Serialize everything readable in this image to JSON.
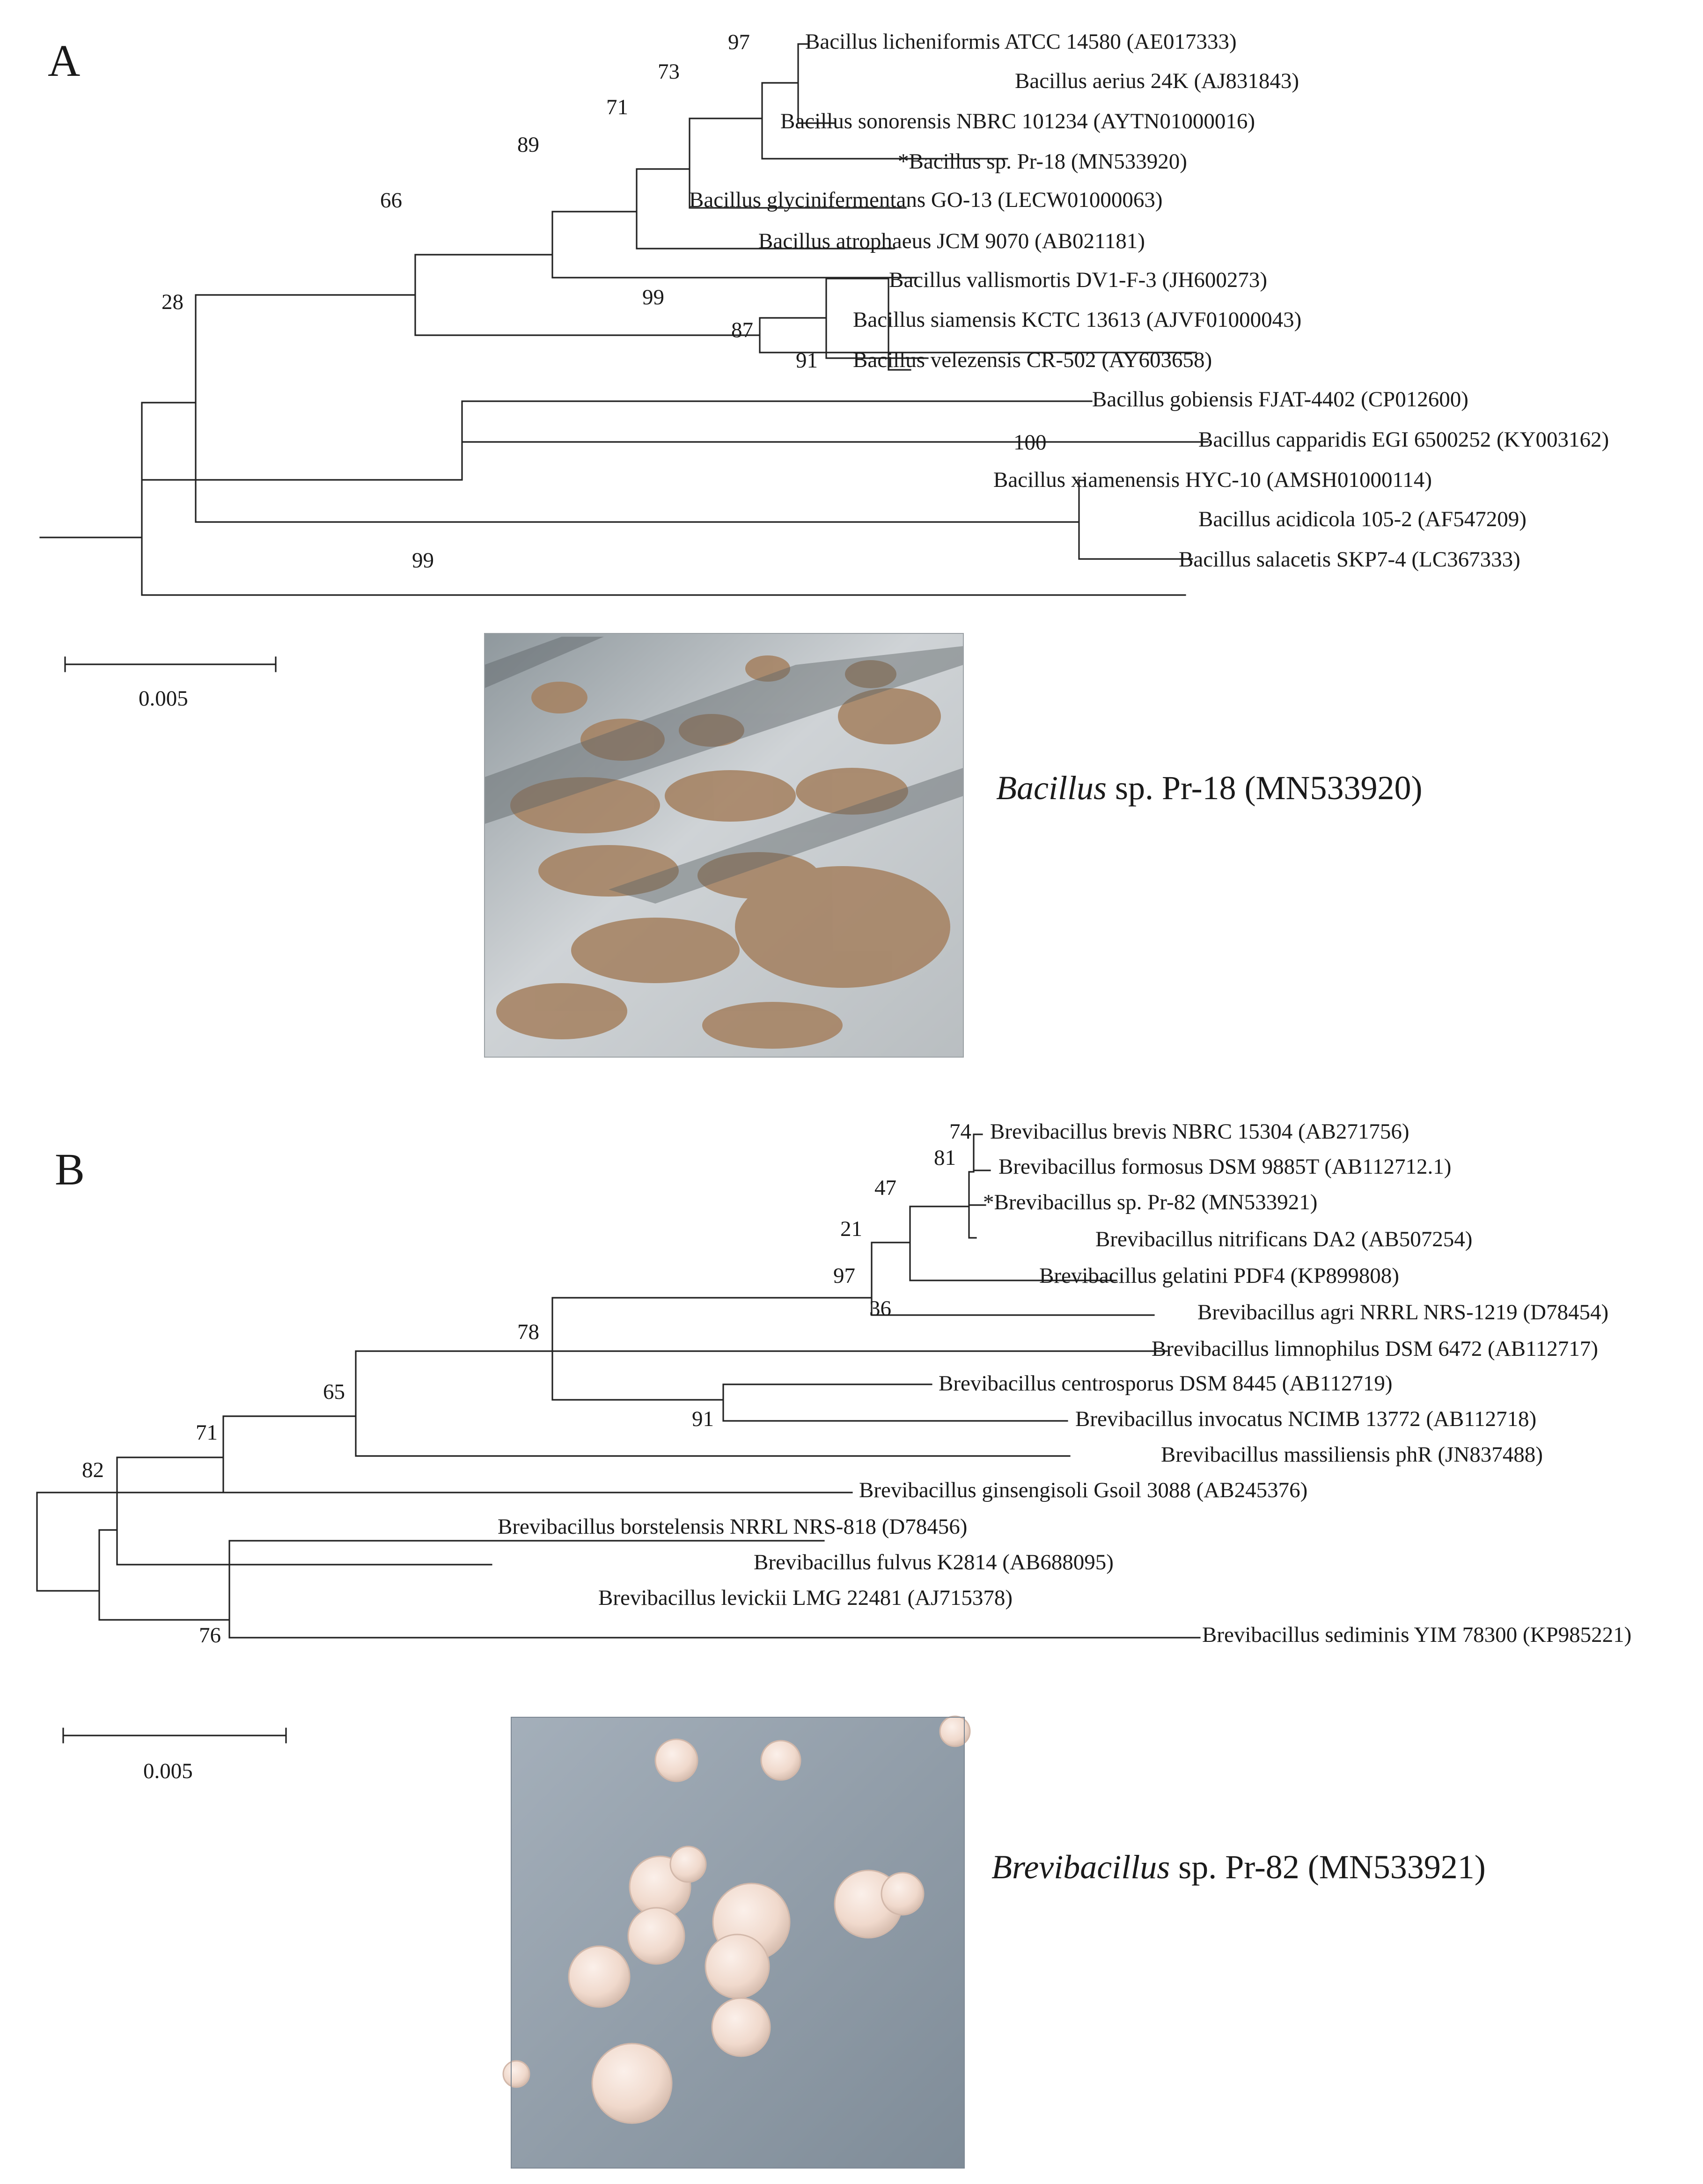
{
  "panels": [
    {
      "label": "A",
      "scale_label": "0.005",
      "caption": {
        "genus": "Bacillus",
        "rest": " sp. Pr-18 (MN533920)"
      },
      "photo": {
        "icon": "bacterial-colony-photo-bacillus",
        "background": "#c9cdd0",
        "colony_color": "#a4805f"
      },
      "tree": {
        "tips": [
          "Bacillus licheniformis ATCC 14580 (AE017333)",
          "Bacillus aerius 24K (AJ831843)",
          "Bacillus sonorensis NBRC 101234 (AYTN01000016)",
          "*Bacillus sp. Pr-18 (MN533920)",
          "Bacillus glycinifermentans GO-13 (LECW01000063)",
          "Bacillus atrophaeus JCM 9070 (AB021181)",
          "Bacillus vallismortis DV1-F-3 (JH600273)",
          "Bacillus siamensis KCTC 13613 (AJVF01000043)",
          "Bacillus velezensis CR-502 (AY603658)",
          "Bacillus gobiensis FJAT-4402 (CP012600)",
          "Bacillus capparidis EGI 6500252 (KY003162)",
          "Bacillus xiamenensis HYC-10 (AMSH01000114)",
          "Bacillus acidicola 105-2 (AF547209)",
          "Bacillus salacetis SKP7-4 (LC367333)"
        ],
        "bootstrap": [
          "97",
          "73",
          "71",
          "89",
          "66",
          "99",
          "87",
          "91",
          "28",
          "100",
          "99"
        ]
      }
    },
    {
      "label": "B",
      "scale_label": "0.005",
      "caption": {
        "genus": "Brevibacillus",
        "rest": " sp. Pr-82 (MN533921)"
      },
      "photo": {
        "icon": "bacterial-colony-photo-brevibacillus",
        "background": "#8e9aa6",
        "colony_color": "#f0d9cc"
      },
      "tree": {
        "tips": [
          "Brevibacillus brevis NBRC 15304 (AB271756)",
          "Brevibacillus formosus DSM 9885T (AB112712.1)",
          "*Brevibacillus sp. Pr-82 (MN533921)",
          "Brevibacillus nitrificans DA2 (AB507254)",
          "Brevibacillus gelatini PDF4 (KP899808)",
          "Brevibacillus agri NRRL NRS-1219 (D78454)",
          "Brevibacillus limnophilus DSM 6472 (AB112717)",
          "Brevibacillus centrosporus DSM 8445 (AB112719)",
          "Brevibacillus invocatus NCIMB 13772 (AB112718)",
          "Brevibacillus massiliensis phR (JN837488)",
          "Brevibacillus ginsengisoli Gsoil 3088 (AB245376)",
          "Brevibacillus borstelensis NRRL NRS-818 (D78456)",
          "Brevibacillus fulvus K2814 (AB688095)",
          "Brevibacillus levickii LMG 22481 (AJ715378)",
          "Brevibacillus sediminis YIM 78300 (KP985221)"
        ],
        "bootstrap": [
          "74",
          "81",
          "47",
          "21",
          "97",
          "36",
          "91",
          "78",
          "65",
          "71",
          "82",
          "76"
        ]
      }
    }
  ]
}
